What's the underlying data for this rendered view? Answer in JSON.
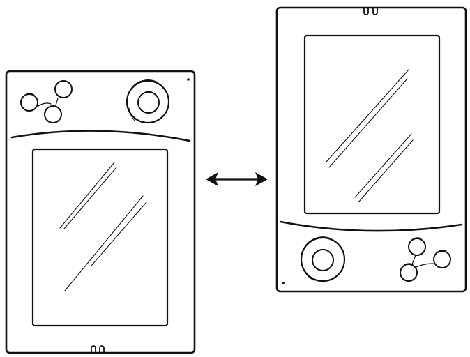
{
  "diagram": {
    "devices": [
      {
        "id": "device-left",
        "orientation": "controls-top",
        "buttons": 3,
        "has_dpad": true
      },
      {
        "id": "device-right",
        "orientation": "controls-bottom",
        "buttons": 3,
        "has_dpad": true
      }
    ],
    "arrow": {
      "type": "double-headed",
      "direction": "horizontal"
    }
  },
  "colors": {
    "stroke": "#111111",
    "background": "#ffffff"
  }
}
